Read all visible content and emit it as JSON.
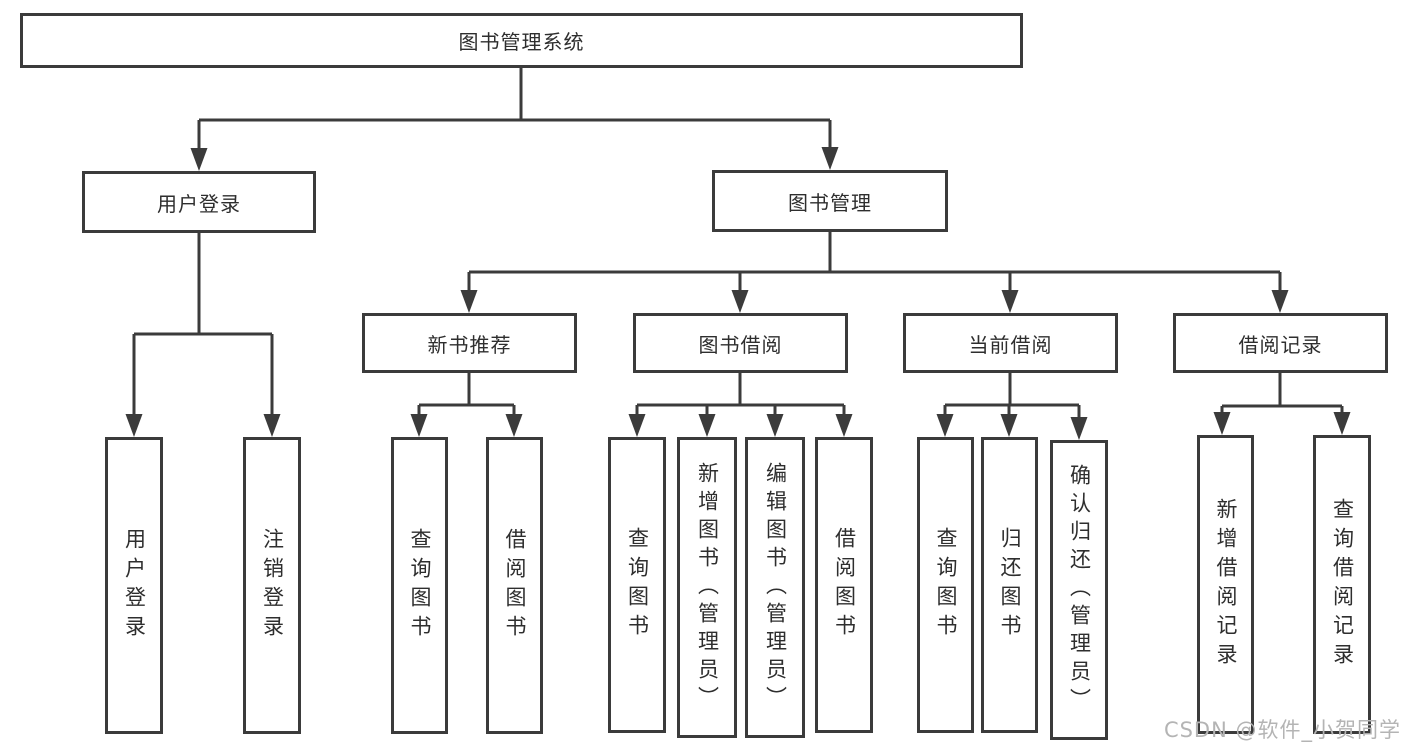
{
  "diagram": {
    "root": {
      "label": "图书管理系统"
    },
    "branches": [
      {
        "label": "用户登录",
        "children": [
          {
            "label": "用户登录"
          },
          {
            "label": "注销登录"
          }
        ]
      },
      {
        "label": "图书管理",
        "children": [
          {
            "label": "新书推荐",
            "children": [
              {
                "label": "查询图书"
              },
              {
                "label": "借阅图书"
              }
            ]
          },
          {
            "label": "图书借阅",
            "children": [
              {
                "label": "查询图书"
              },
              {
                "label": "新增图书（管理员）"
              },
              {
                "label": "编辑图书（管理员）"
              },
              {
                "label": "借阅图书"
              }
            ]
          },
          {
            "label": "当前借阅",
            "children": [
              {
                "label": "查询图书"
              },
              {
                "label": "归还图书"
              },
              {
                "label": "确认归还（管理员）"
              }
            ]
          },
          {
            "label": "借阅记录",
            "children": [
              {
                "label": "新增借阅记录"
              },
              {
                "label": "查询借阅记录"
              }
            ]
          }
        ]
      }
    ]
  },
  "watermark": {
    "text": "CSDN @软件_小贺同学"
  },
  "colors": {
    "line": "#3b3b3b",
    "box_border": "#3b3b3b",
    "box_fill": "#ffffff",
    "text": "#2e2e2e",
    "watermark": "#b4b4b4"
  }
}
